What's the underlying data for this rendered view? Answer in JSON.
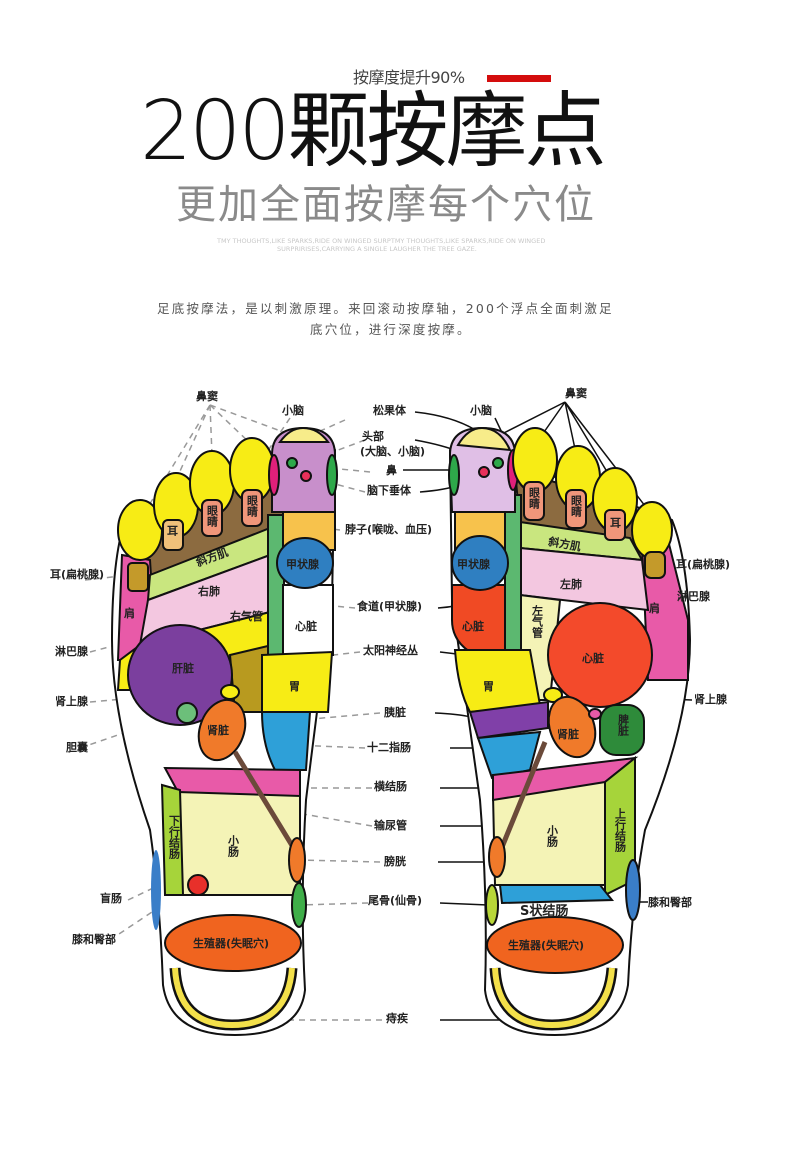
{
  "header": {
    "tagline": "按摩度提升90%",
    "title": "200颗按摩点",
    "subtitle": "更加全面按摩每个穴位",
    "english_line1": "TMY THOUGHTS,LIKE SPARKS,RIDE ON WINGED SURPTMY THOUGHTS,LIKE SPARKS,RIDE ON WINGED",
    "english_line2": "SURPRIRISES,CARRYING A SINGLE LAUGHER    THE TREE GAZE.",
    "description_line1": "足底按摩法，是以刺激原理。来回滚动按摩轴，200个浮点全面刺激足",
    "description_line2": "底穴位，进行深度按摩。",
    "accent_color": "#d40d0d"
  },
  "diagram": {
    "center_labels": {
      "pineal": "松果体",
      "head": "头部",
      "head_detail": "(大脑、小脑)",
      "nose": "鼻",
      "pituitary": "脑下垂体",
      "neck": "脖子(喉咙、血压)",
      "esophagus": "食道(甲状腺)",
      "solar_plexus": "太阳神经丛",
      "pancreas": "胰脏",
      "duodenum": "十二指肠",
      "transverse_colon": "横结肠",
      "ureter": "输尿管",
      "bladder": "膀胱",
      "coccyx": "尾骨(仙骨)",
      "hemorrhoids": "痔疾"
    },
    "left_labels": {
      "sinus": "鼻窦",
      "cerebellum": "小脑",
      "ear_tonsil": "耳(扁桃腺)",
      "lymph": "淋巴腺",
      "adrenal": "肾上腺",
      "gallbladder": "胆囊",
      "caecum": "盲肠",
      "knee_hip": "膝和臀部"
    },
    "right_labels": {
      "sinus": "鼻窦",
      "cerebellum": "小脑",
      "ear_tonsil": "耳(扁桃腺)",
      "lymph": "淋巴腺",
      "adrenal": "肾上腺",
      "knee_hip": "膝和臀部"
    },
    "left_foot": {
      "ear": "耳",
      "eye": "眼睛",
      "trapezius": "斜方肌",
      "lung": "右肺",
      "trachea": "右气管",
      "shoulder": "肩",
      "heart": "心脏",
      "thyroid": "甲状腺",
      "liver": "肝脏",
      "stomach": "胃",
      "kidney": "肾脏",
      "colon": "下行结肠",
      "small_intestine": "小肠",
      "reproductive": "生殖器(失眠穴)"
    },
    "right_foot": {
      "ear": "耳",
      "eye": "眼睛",
      "trapezius": "斜方肌",
      "thyroid": "甲状腺",
      "lung": "左肺",
      "heart": "心脏",
      "trachea": "左气管",
      "shoulder": "肩",
      "stomach": "胃",
      "kidney": "肾脏",
      "spleen": "脾脏",
      "colon": "上行结肠",
      "small_intestine": "小肠",
      "sigmoid_colon": "S状结肠",
      "reproductive": "生殖器(失眠穴)"
    },
    "colors": {
      "toe": "#f7ec15",
      "brain": "#c88fcb",
      "brown": "#8c6b40",
      "eye": "#f0967a",
      "trapezius": "#c9e67f",
      "lung": "#f3c7e0",
      "shoulder": "#e85aa8",
      "thyroid": "#2f7fc1",
      "liver": "#7b3f9e",
      "heart": "#f34a2b",
      "kidney": "#f07a2a",
      "spleen": "#2e8b3a",
      "duodenum": "#2ea0d8",
      "small_intestine": "#f4f3b6",
      "colon_green": "#a6d43a",
      "reproductive": "#f0641f"
    }
  }
}
